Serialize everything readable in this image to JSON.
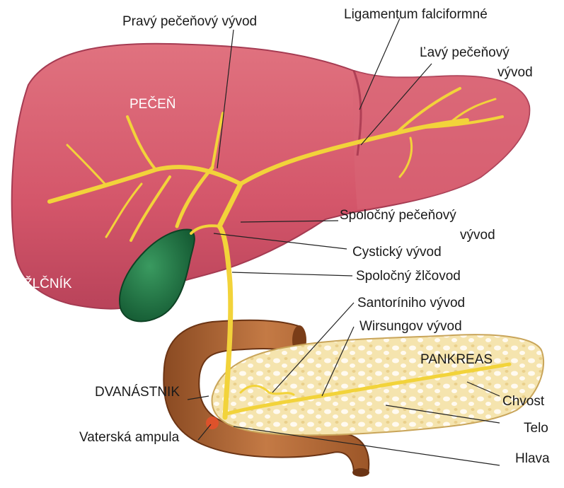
{
  "labels": {
    "right_hepatic_duct": "Pravý pečeňový vývod",
    "falciform_ligament": "Ligamentum falciformné",
    "left_hepatic_duct_line1": "Ľavý pečeňový",
    "left_hepatic_duct_line2": "vývod",
    "common_hepatic_duct_line1": "Spoločný pečeňový",
    "common_hepatic_duct_line2": "vývod",
    "cystic_duct": "Cystický vývod",
    "common_bile_duct": "Spoločný žlčovod",
    "santorini_duct": "Santoríniho vývod",
    "wirsung_duct": "Wirsungov vývod",
    "tail": "Chvost",
    "body": "Telo",
    "head": "Hlava",
    "vater_ampulla": "Vaterská ampula"
  },
  "organs": {
    "liver": "PEČEŇ",
    "gallbladder": "ŽLČNÍK",
    "duodenum": "DVANÁSTNIK",
    "pancreas": "PANKREAS"
  },
  "colors": {
    "liver": "#d4566a",
    "liver_dark": "#b23b52",
    "gallbladder": "#1f7a44",
    "duct": "#f2d33a",
    "duodenum": "#b0683a",
    "pancreas": "#f3e0a6"
  }
}
